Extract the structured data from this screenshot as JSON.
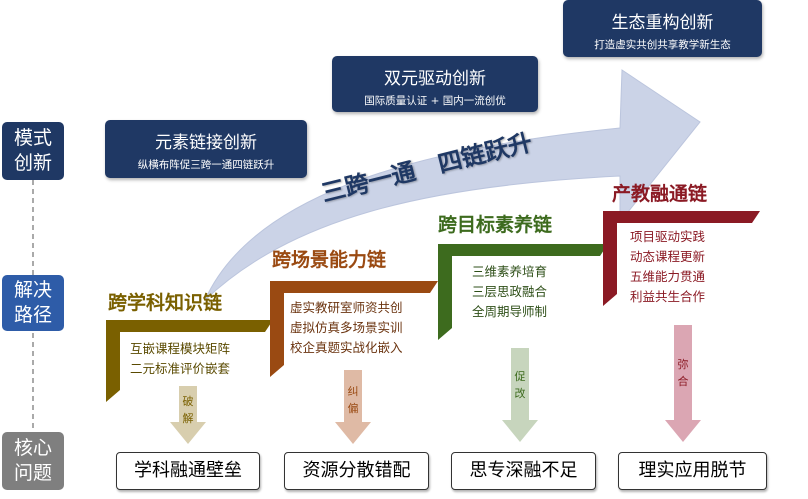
{
  "side_labels": [
    "模式创新",
    "解决路径",
    "核心问题"
  ],
  "innovations": [
    {
      "title": "元素链接创新",
      "sub": "纵横布阵促三跨一通四链跃升"
    },
    {
      "title": "双元驱动创新",
      "sub": "国际质量认证 + 国内一流创优"
    },
    {
      "title": "生态重构创新",
      "sub": "打造虚实共创共享教学新生态"
    }
  ],
  "arrow_text": "三跨一通　四链跃升",
  "chains": [
    {
      "title": "跨学科知识链",
      "lines": [
        "互嵌课程模块矩阵",
        "二元标准评价嵌套"
      ],
      "action": "破解",
      "problem": "学科融通壁垒",
      "color": "#7a6000",
      "arrow_color": "#d8ceae"
    },
    {
      "title": "跨场景能力链",
      "lines": [
        "虚实教研室师资共创",
        "虚拟仿真多场景实训",
        "校企真题实战化嵌入"
      ],
      "action": "纠偏",
      "problem": "资源分散错配",
      "color": "#9a4a12",
      "arrow_color": "#dfbaa5"
    },
    {
      "title": "跨目标素养链",
      "lines": [
        "三维素养培育",
        "三层思政融合",
        "全周期导师制"
      ],
      "action": "促改",
      "problem": "思专深融不足",
      "color": "#3d6b1e",
      "arrow_color": "#c7d5bd"
    },
    {
      "title": "产教融通链",
      "lines": [
        "项目驱动实践",
        "动态课程更新",
        "五维能力贯通",
        "利益共生合作"
      ],
      "action": "弥合",
      "problem": "理实应用脱节",
      "color": "#8b1a24",
      "arrow_color": "#dba6b3"
    }
  ],
  "colors": {
    "navy": "#1f3864",
    "blue": "#2e5ca8",
    "gray": "#7f7f7f"
  }
}
